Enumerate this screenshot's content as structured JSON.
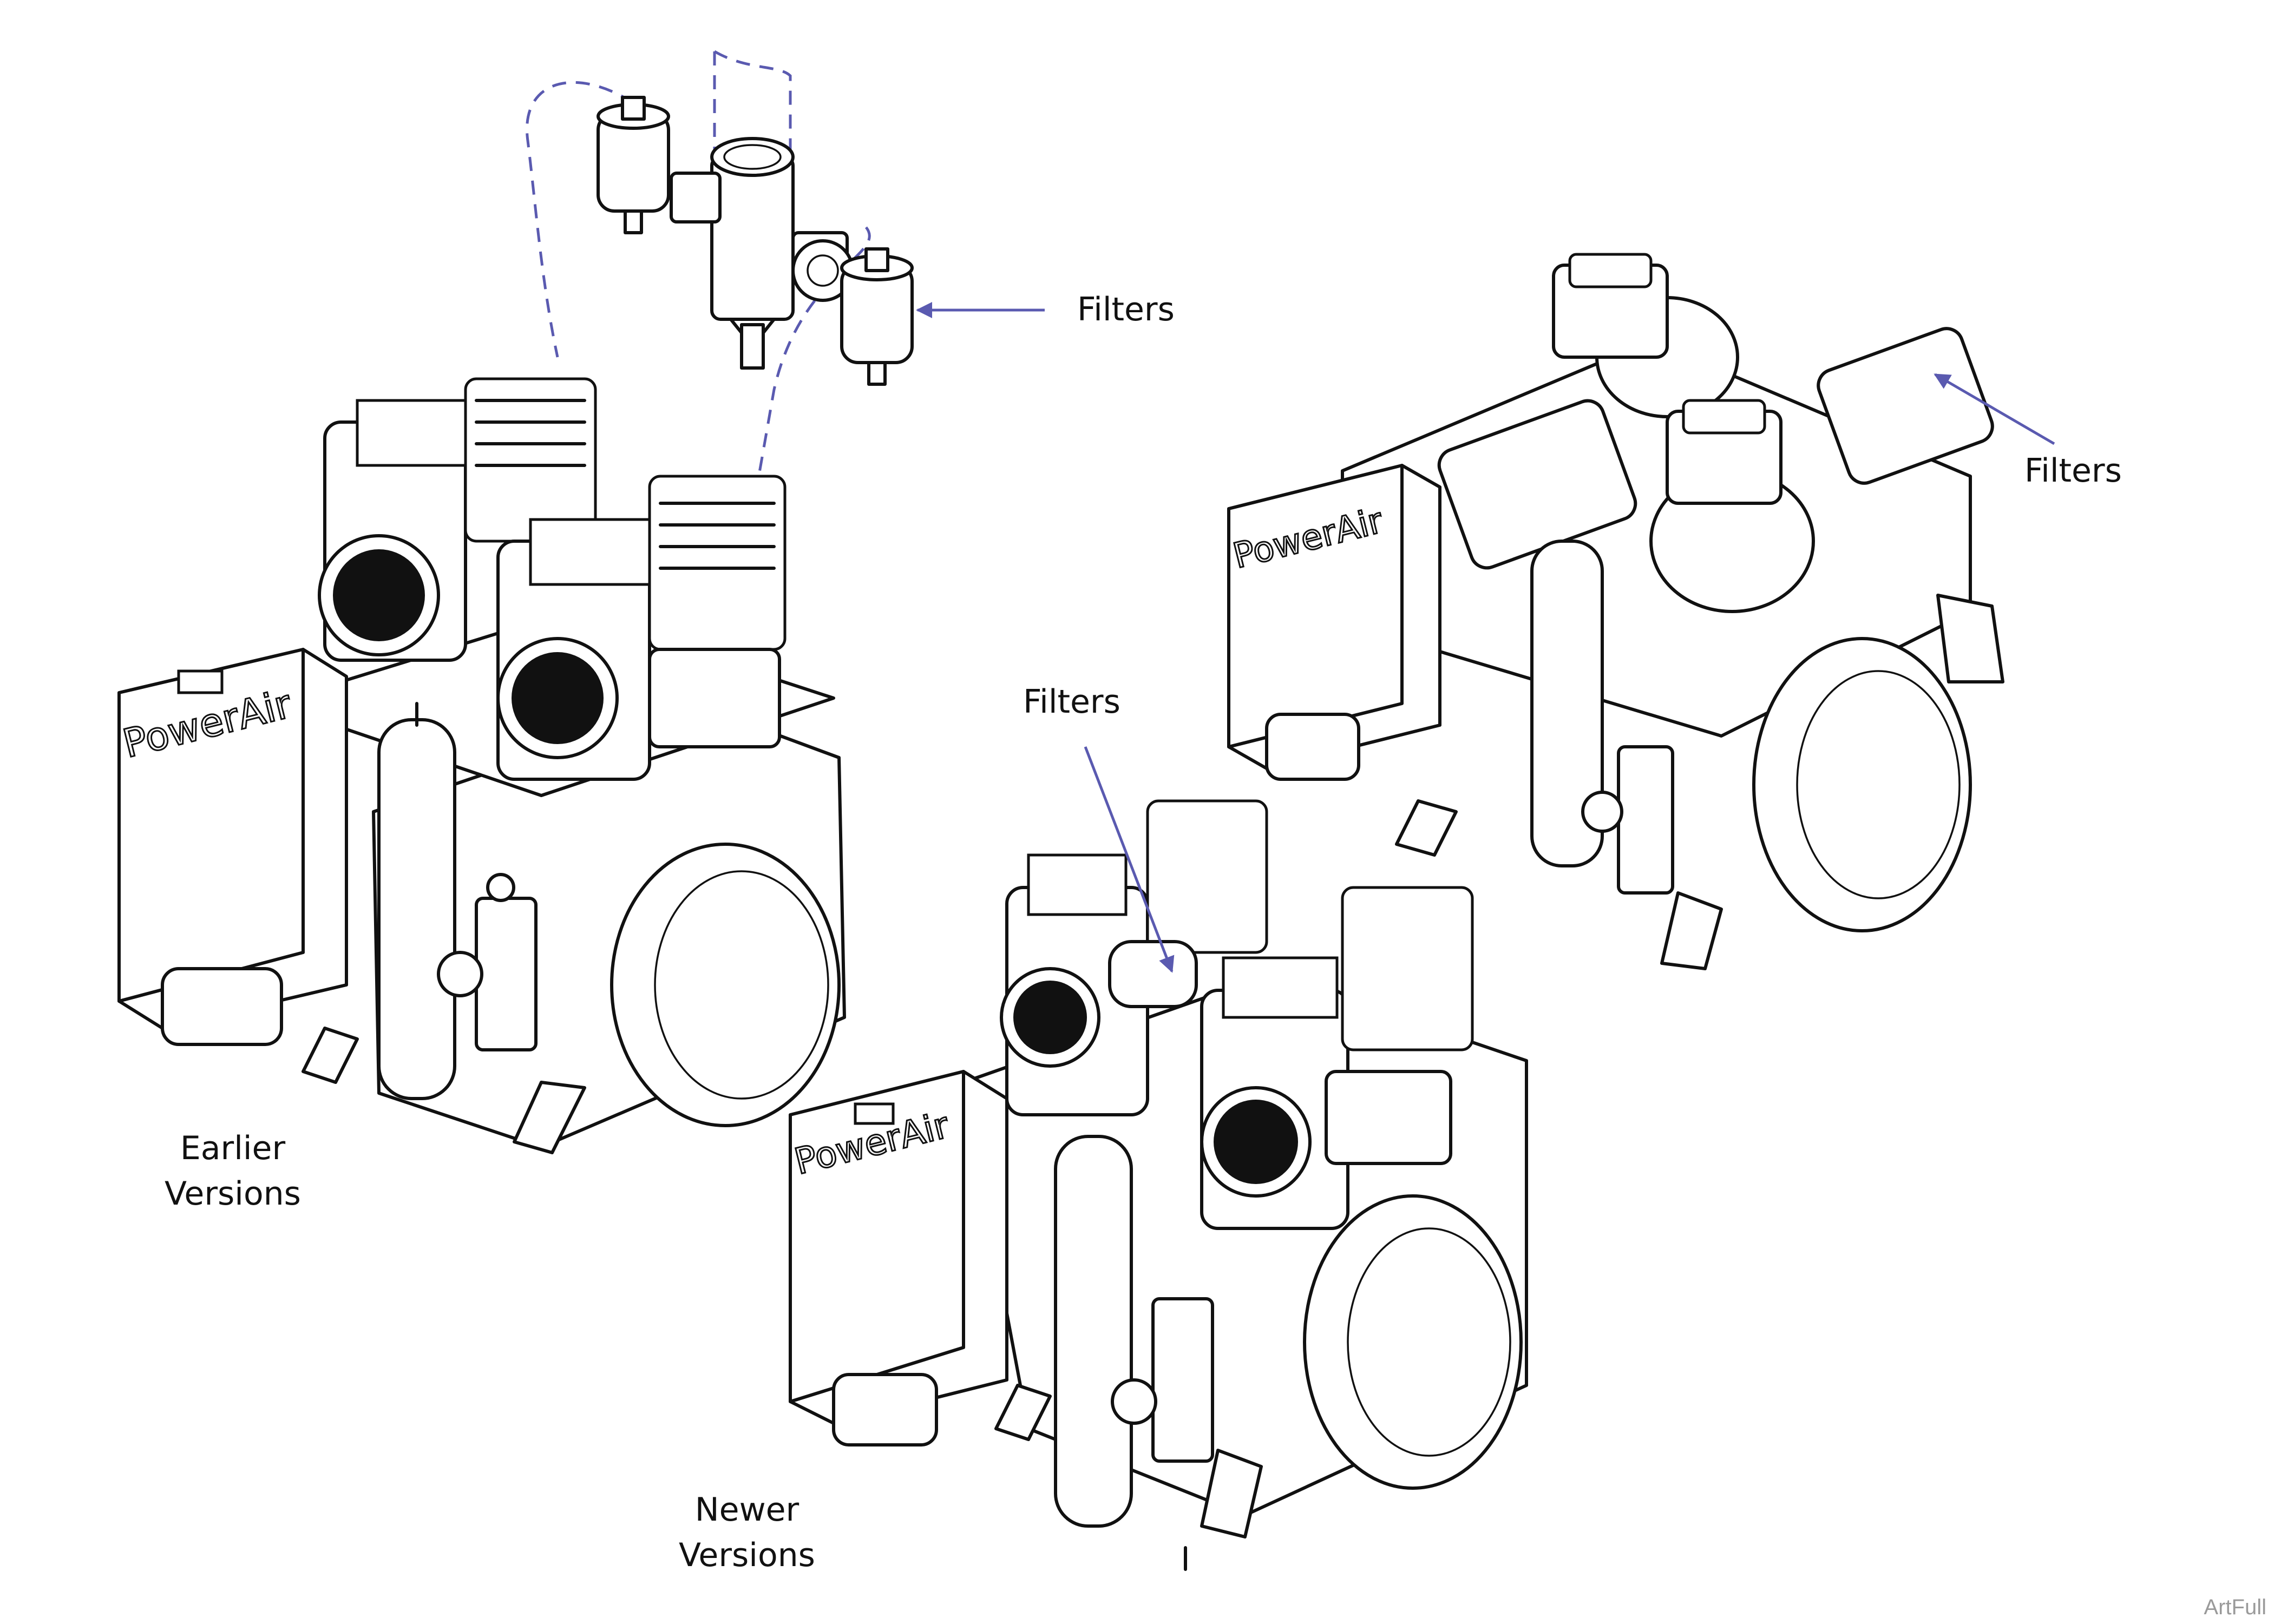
{
  "labels": {
    "filters_top": "Filters",
    "filters_right": "Filters",
    "filters_middle": "Filters",
    "earlier_line1": "Earlier",
    "earlier_line2": "Versions",
    "newer_line1": "Newer",
    "newer_line2": "Versions",
    "logo_text": "PowerAir",
    "art_tag": "ArtFull"
  },
  "colors": {
    "leader": "#5a5ab0",
    "ink": "#111111",
    "tag": "#9a9a9a"
  }
}
